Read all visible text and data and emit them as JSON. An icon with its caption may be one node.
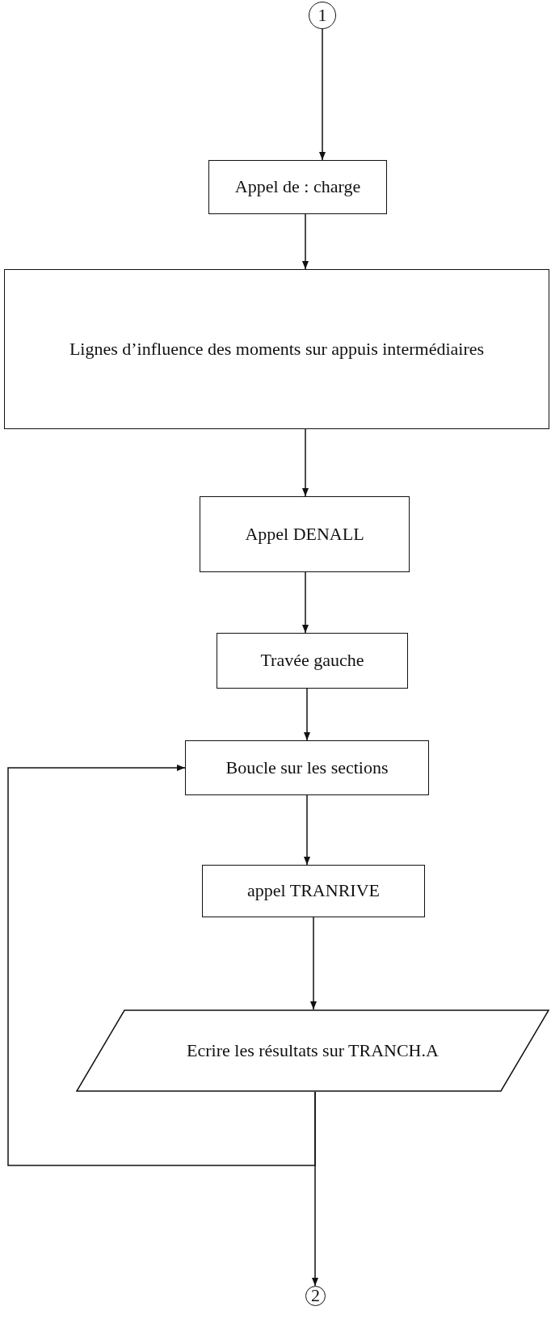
{
  "diagram": {
    "nodes": [
      {
        "text": [
          "1"
        ]
      },
      {
        "text": [
          "Appel de : charge"
        ]
      },
      {
        "text": [
          "Lignes d’influence des moments sur appuis intermédiaires"
        ]
      },
      {
        "text": [
          "Appel DENALL"
        ]
      },
      {
        "text": [
          "Travée gauche"
        ]
      },
      {
        "text": [
          "Boucle sur les sections"
        ]
      },
      {
        "text": [
          "appel TRANRIVE"
        ]
      },
      {
        "text": [
          "Ecrire les résultats sur TRANCH.A"
        ]
      },
      {
        "text": [
          "2"
        ]
      }
    ],
    "edges": [
      {
        "from": 0,
        "to": 1,
        "arrow": "to"
      },
      {
        "from": 1,
        "to": 2,
        "arrow": "to"
      },
      {
        "from": 2,
        "to": 3,
        "arrow": "to"
      },
      {
        "from": 3,
        "to": 4,
        "arrow": "to"
      },
      {
        "from": 4,
        "to": 5,
        "arrow": "to"
      },
      {
        "from": 5,
        "to": 6,
        "arrow": "to"
      },
      {
        "from": 6,
        "to": 7,
        "arrow": "to"
      },
      {
        "from": 7,
        "to": 8,
        "arrow": "to"
      },
      {
        "from": 7,
        "to": 5,
        "arrow": "to"
      }
    ]
  }
}
